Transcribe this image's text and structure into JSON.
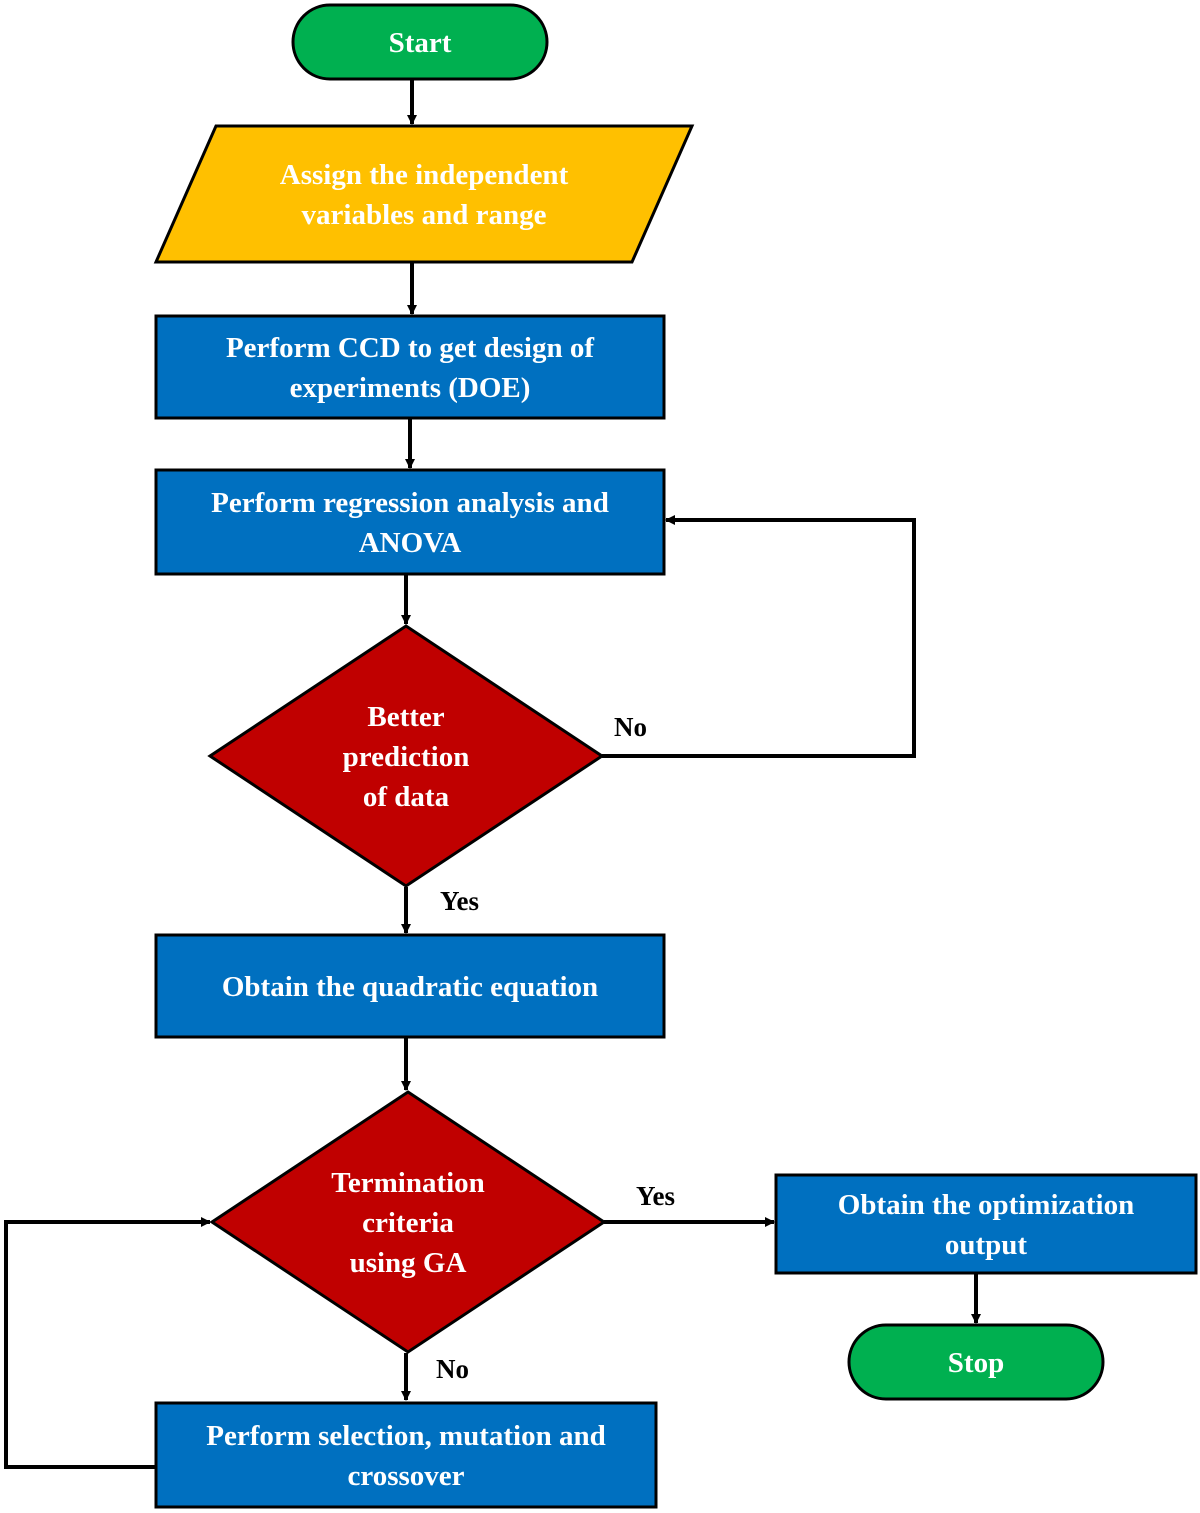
{
  "colors": {
    "terminal": "#00b050",
    "io": "#ffc000",
    "process": "#0070c0",
    "decision": "#c00000",
    "text": "#ffffff",
    "outline": "#000000"
  },
  "nodes": {
    "start": {
      "shape": "terminal",
      "lines": [
        "Start"
      ]
    },
    "assign": {
      "shape": "io",
      "lines": [
        "Assign the independent",
        "variables and range"
      ]
    },
    "ccd": {
      "shape": "process",
      "lines": [
        "Perform CCD to get design of",
        "experiments (DOE)"
      ]
    },
    "regression": {
      "shape": "process",
      "lines": [
        "Perform regression analysis and",
        "ANOVA"
      ]
    },
    "better": {
      "shape": "decision",
      "lines": [
        "Better",
        "prediction",
        "of data"
      ]
    },
    "quadratic": {
      "shape": "process",
      "lines": [
        "Obtain the quadratic equation"
      ]
    },
    "termination": {
      "shape": "decision",
      "lines": [
        "Termination",
        "criteria",
        "using GA"
      ]
    },
    "optimization": {
      "shape": "process",
      "lines": [
        "Obtain the optimization",
        "output"
      ]
    },
    "stop": {
      "shape": "terminal",
      "lines": [
        "Stop"
      ]
    },
    "selection": {
      "shape": "process",
      "lines": [
        "Perform selection, mutation and",
        "crossover"
      ]
    }
  },
  "edges": [
    {
      "from": "start",
      "to": "assign",
      "label": ""
    },
    {
      "from": "assign",
      "to": "ccd",
      "label": ""
    },
    {
      "from": "ccd",
      "to": "regression",
      "label": ""
    },
    {
      "from": "regression",
      "to": "better",
      "label": ""
    },
    {
      "from": "better",
      "to": "quadratic",
      "label": "Yes"
    },
    {
      "from": "better",
      "to": "regression",
      "label": "No"
    },
    {
      "from": "quadratic",
      "to": "termination",
      "label": ""
    },
    {
      "from": "termination",
      "to": "optimization",
      "label": "Yes"
    },
    {
      "from": "termination",
      "to": "selection",
      "label": "No"
    },
    {
      "from": "selection",
      "to": "termination",
      "label": ""
    },
    {
      "from": "optimization",
      "to": "stop",
      "label": ""
    }
  ]
}
